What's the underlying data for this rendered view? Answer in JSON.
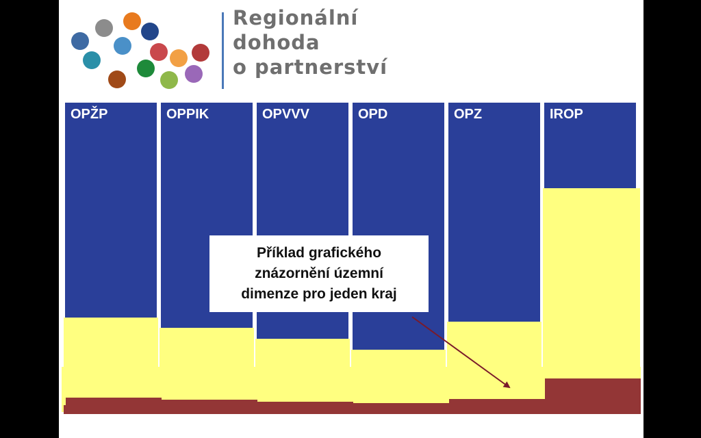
{
  "header": {
    "title_lines": [
      "Regionální",
      "dohoda",
      "o partnerství"
    ],
    "logo_dot_colors": [
      "#3e6aa3",
      "#8c8c8c",
      "#e87a1e",
      "#22468a",
      "#4a90c8",
      "#2a8fa8",
      "#c9484c",
      "#f2a044",
      "#b23a3a",
      "#1e8a3a",
      "#8fb84a",
      "#9a68b8",
      "#a04a18"
    ]
  },
  "columns": [
    {
      "label": "OPŽP"
    },
    {
      "label": "OPPIK"
    },
    {
      "label": "OPVVV"
    },
    {
      "label": "OPD"
    },
    {
      "label": "OPZ"
    },
    {
      "label": "IROP"
    }
  ],
  "callout": {
    "text": "Příklad grafického\nznázornění územní\ndimenze pro jeden kraj"
  },
  "colors": {
    "blue": "#2a3f99",
    "yellow": "#ffff80",
    "brown": "#933636",
    "arrow": "#7a1a2a"
  }
}
